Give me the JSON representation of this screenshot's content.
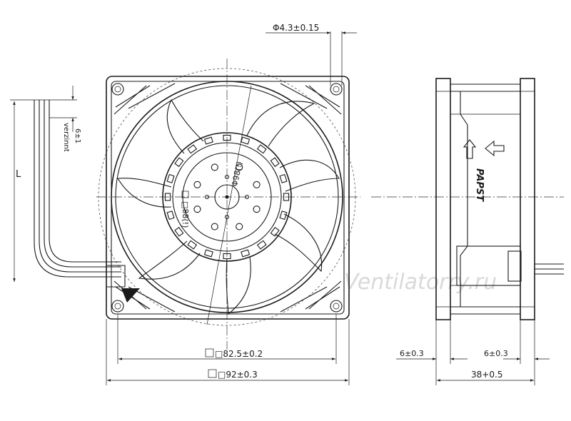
{
  "drawing": {
    "watermark": "Ventilatorry.ru",
    "brand": "PAPST",
    "wire_label": "L",
    "strip_length": "6±1",
    "strip_note": "verzinnt",
    "dimensions": {
      "hole_dia": "Φ4.3±0.15",
      "hub_dia": "Φ98(!)",
      "hub_side": "□88(!)",
      "hole_spacing": "□82.5±0.2",
      "frame_size": "□92±0.3",
      "flange_left": "6±0.3",
      "flange_right": "6±0.3",
      "depth": "38+0.5"
    }
  }
}
